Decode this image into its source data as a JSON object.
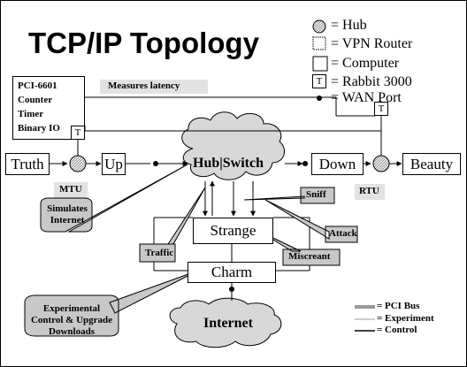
{
  "title": "TCP/IP Topology",
  "legend": {
    "hub": "= Hub",
    "vpn_router": "= VPN Router",
    "computer": "= Computer",
    "rabbit": "= Rabbit 3000",
    "rabbit_glyph": "T",
    "wan_port": "= WAN Port"
  },
  "pci_box": {
    "line1": "PCI-6601",
    "line2": "Counter",
    "line3": "Timer",
    "line4": "Binary IO"
  },
  "nodes": {
    "truth": "Truth",
    "up": "Up",
    "hub_switch": "Hub|Switch",
    "down": "Down",
    "beauty": "Beauty",
    "strange": "Strange",
    "charm": "Charm",
    "internet": "Internet"
  },
  "labels": {
    "measures_latency": "Measures latency",
    "mtu": "MTU",
    "rtu": "RTU",
    "sniff": "Sniff",
    "simulates_internet": "Simulates Internet",
    "traffic": "Traffic",
    "attack": "Attack",
    "miscreant": "Miscreant",
    "experimental_control": "Experimental Control & Upgrade Downloads"
  },
  "line_legend": {
    "pci_bus": "= PCI Bus",
    "experiment": "= Experiment",
    "control": "= Control"
  },
  "colors": {
    "callout_fill": "#c8c8c8",
    "cloud_fill": "#d8d8d8",
    "label_band": "#e2e2e2"
  }
}
